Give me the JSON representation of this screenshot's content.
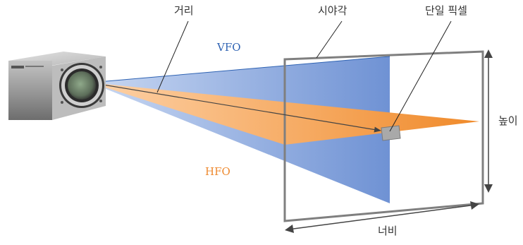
{
  "labels": {
    "distance": "거리",
    "field_of_view": "시야각",
    "single_pixel": "단일 픽셀",
    "vfo": "VFO",
    "hfo": "HFO",
    "height": "높이",
    "width": "너비"
  },
  "colors": {
    "vfo_text": "#2f63b3",
    "hfo_text": "#ee8a30",
    "vertical_beam_dark": "#6f92d4",
    "vertical_beam_light": "#c9d8f2",
    "horizontal_beam_dark": "#f08a2a",
    "horizontal_beam_light": "#fdd2a8",
    "frame": "#7f7f7f",
    "camera_body": "#9a9a9a"
  },
  "icons": {
    "camera": "industrial-camera-icon",
    "pixel": "pixel-square-icon"
  }
}
